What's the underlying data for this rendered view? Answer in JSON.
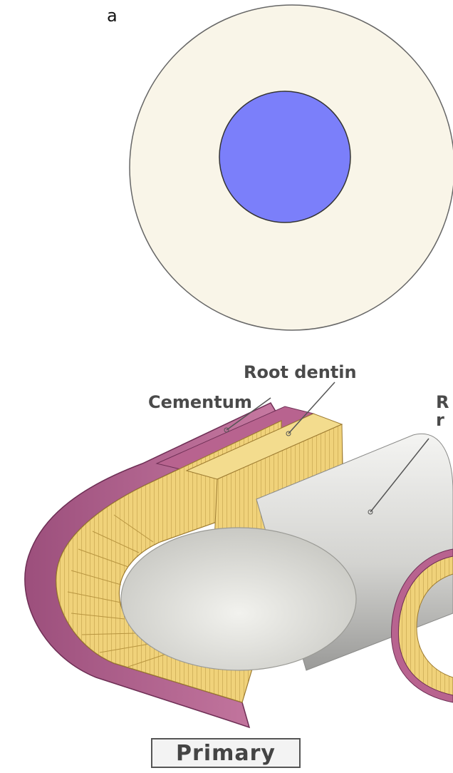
{
  "panel_a": {
    "label": "a",
    "colors": {
      "outer_fill": "#f9f5e8",
      "inner_fill": "#7b7ffa",
      "stroke": "#555555"
    }
  },
  "root_section": {
    "labels": {
      "root_dentin": "Root dentin",
      "cementum": "Cementum",
      "cut_off_label_line1": "R",
      "cut_off_label_line2": "r"
    },
    "caption": "Primary",
    "colors": {
      "dentin": "#f0d27a",
      "cementum": "#b8638f",
      "pulp": "#d9d9d6"
    }
  }
}
